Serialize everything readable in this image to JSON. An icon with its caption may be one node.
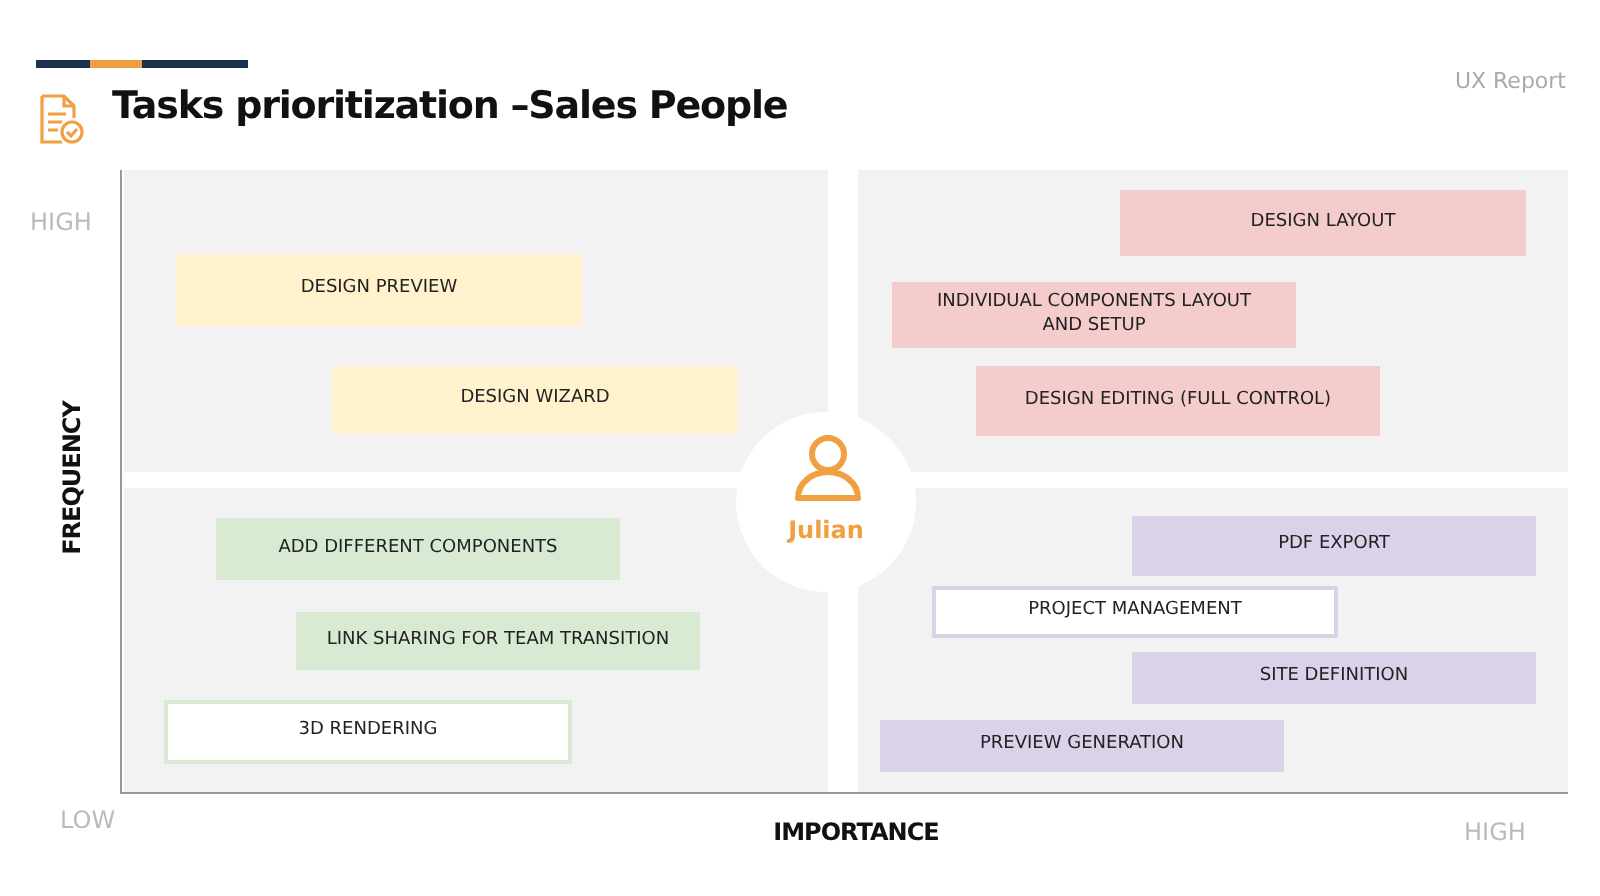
{
  "diagram": {
    "title": "Tasks prioritization –Sales People",
    "nodes": [
      {
        "text": [
          "DESIGN PREVIEW"
        ]
      },
      {
        "text": [
          "DESIGN WIZARD"
        ]
      },
      {
        "text": [
          "DESIGN LAYOUT"
        ]
      },
      {
        "text": [
          "INDIVIDUAL COMPONENTS LAYOUT AND SETUP"
        ]
      },
      {
        "text": [
          "DESIGN EDITING (FULL CONTROL)"
        ]
      },
      {
        "text": [
          "Julian"
        ]
      },
      {
        "text": [
          "ADD DIFFERENT COMPONENTS"
        ]
      },
      {
        "text": [
          "LINK SHARING FOR TEAM TRANSITION"
        ]
      },
      {
        "text": [
          "3D RENDERING"
        ]
      },
      {
        "text": [
          "PDF EXPORT"
        ]
      },
      {
        "text": [
          "PROJECT MANAGEMENT"
        ]
      },
      {
        "text": [
          "SITE DEFINITION"
        ]
      },
      {
        "text": [
          "PREVIEW GENERATION"
        ]
      }
    ],
    "edges": [],
    "labels": [
      "UX Report",
      "HIGH",
      "FREQUENCY",
      "LOW",
      "IMPORTANCE",
      "HIGH"
    ]
  }
}
